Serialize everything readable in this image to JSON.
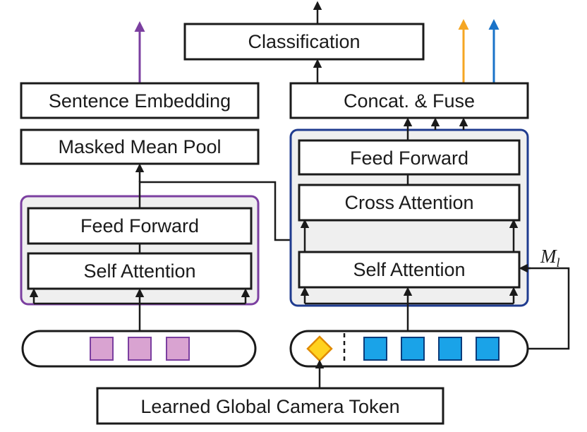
{
  "colors": {
    "text_encoder_border": "#7b3fa0",
    "camera_encoder_border": "#1f3b8f",
    "panel_fill": "#efefef",
    "text_token_fill": "#d9a3d1",
    "text_token_border": "#7b3fa0",
    "camera_token_fill": "#1aa3e8",
    "camera_token_border": "#0a3b7a",
    "global_token_fill": "#ffd21f",
    "global_token_border": "#e08a00",
    "output_arrow_purple": "#7b3fa0",
    "output_arrow_orange": "#f5a623",
    "output_arrow_blue": "#1a73c8",
    "muted_text": "#a6a6a6"
  },
  "text_branch": {
    "sentence_embedding": "Sentence Embedding",
    "masked_mean_pool": "Masked Mean Pool",
    "feed_forward": "Feed Forward",
    "self_attention": "Self Attention",
    "token_count": 3
  },
  "camera_branch": {
    "classification": "Classification",
    "concat_fuse": "Concat. & Fuse",
    "feed_forward": "Feed Forward",
    "cross_attention": "Cross Attention",
    "self_attention": "Self Attention",
    "mask_label": "M",
    "mask_subscript": "l",
    "token_count": 4
  },
  "global_token": {
    "label": "Learned Global Camera Token"
  }
}
